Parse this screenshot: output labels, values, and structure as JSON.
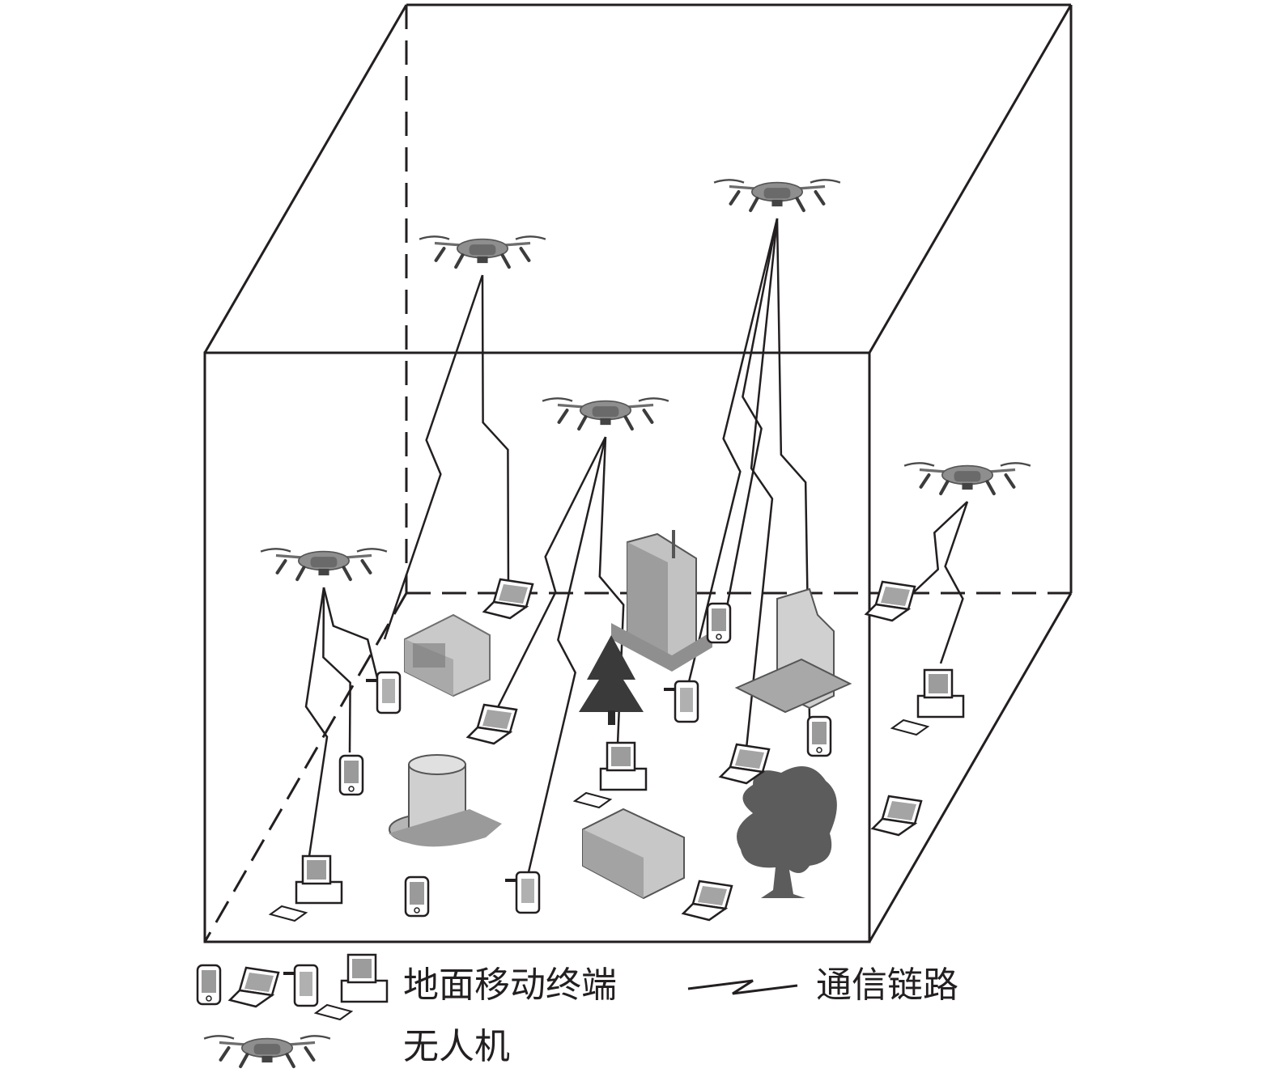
{
  "legend": {
    "ground_terminal_label": "地面移动终端",
    "link_label": "通信链路",
    "uav_label": "无人机"
  },
  "icons": {
    "uav": "uav-drone-icon",
    "phone": "mobile-phone-icon",
    "laptop": "laptop-icon",
    "walkie": "handheld-terminal-icon",
    "desktop": "desktop-computer-icon",
    "building": "building-icon",
    "tree": "tree-icon"
  },
  "colors": {
    "line": "#231f20",
    "device": "#808080",
    "building": "#a8a8a8",
    "tree": "#3a3a3a"
  }
}
